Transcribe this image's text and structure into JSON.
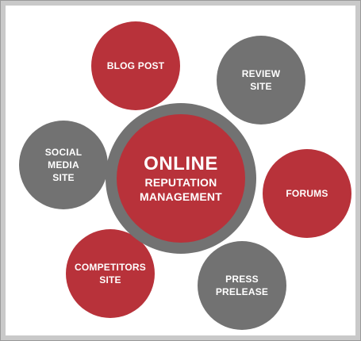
{
  "colors": {
    "red": "#b8323a",
    "gray": "#727272",
    "text": "#ffffff"
  },
  "center": {
    "line1": "ONLINE",
    "line2": "REPUTATION",
    "line3": "MANAGEMENT"
  },
  "nodes": {
    "blog_post": {
      "lines": [
        "BLOG POST"
      ]
    },
    "review_site": {
      "lines": [
        "REVIEW",
        "SITE"
      ]
    },
    "social_media": {
      "lines": [
        "SOCIAL",
        "MEDIA",
        "SITE"
      ]
    },
    "forums": {
      "lines": [
        "FORUMS"
      ]
    },
    "competitors": {
      "lines": [
        "COMPETITORS",
        "SITE"
      ]
    },
    "press": {
      "lines": [
        "PRESS",
        "PRELEASE"
      ]
    }
  }
}
